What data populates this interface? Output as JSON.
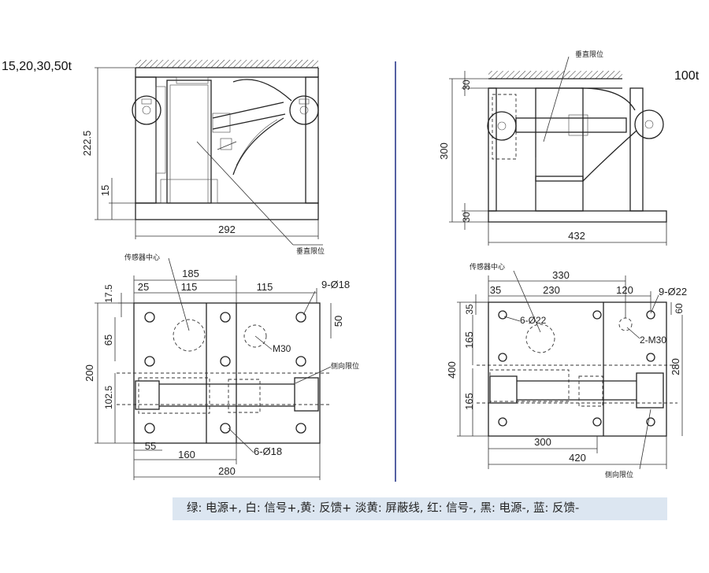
{
  "labels": {
    "left_capacity": "15,20,30,50t",
    "right_capacity": "100t"
  },
  "legend": {
    "text": "绿: 电源+, 白: 信号+,黄: 反馈+ 淡黄: 屏蔽线, 红: 信号-, 黑: 电源-, 蓝: 反馈-"
  },
  "left_side_view": {
    "dim_height": "222.5",
    "dim_base": "15",
    "dim_width": "292",
    "callout_vertical_limit": "垂直限位"
  },
  "left_top_view": {
    "callout_sensor_center": "传感器中心",
    "dim_185": "185",
    "dim_17_5": "17.5",
    "dim_25": "25",
    "dim_115a": "115",
    "dim_115b": "115",
    "dim_holes_top": "9-Ø18",
    "dim_50": "50",
    "dim_65": "65",
    "dim_m30": "M30",
    "callout_side_limit": "侧向限位",
    "dim_200": "200",
    "dim_102_5": "102.5",
    "dim_55": "55",
    "dim_160": "160",
    "dim_holes_bottom": "6-Ø18",
    "dim_280": "280"
  },
  "right_side_view": {
    "callout_vertical_limit": "垂直限位",
    "dim_30_top": "30",
    "dim_300": "300",
    "dim_30_bottom": "30",
    "dim_432": "432"
  },
  "right_top_view": {
    "callout_sensor_center": "传感器中心",
    "dim_330": "330",
    "dim_35a": "35",
    "dim_230": "230",
    "dim_120": "120",
    "dim_holes_top": "9-Ø22",
    "dim_35b": "35",
    "dim_holes_mid": "6-Ø22",
    "dim_60": "60",
    "dim_165a": "165",
    "dim_m30": "2-M30",
    "dim_400": "400",
    "dim_280": "280",
    "dim_165b": "165",
    "dim_300": "300",
    "dim_420": "420",
    "callout_side_limit": "侧向限位"
  },
  "colors": {
    "divider": "#2b3a8c",
    "legend_bg": "#dce6f1"
  }
}
